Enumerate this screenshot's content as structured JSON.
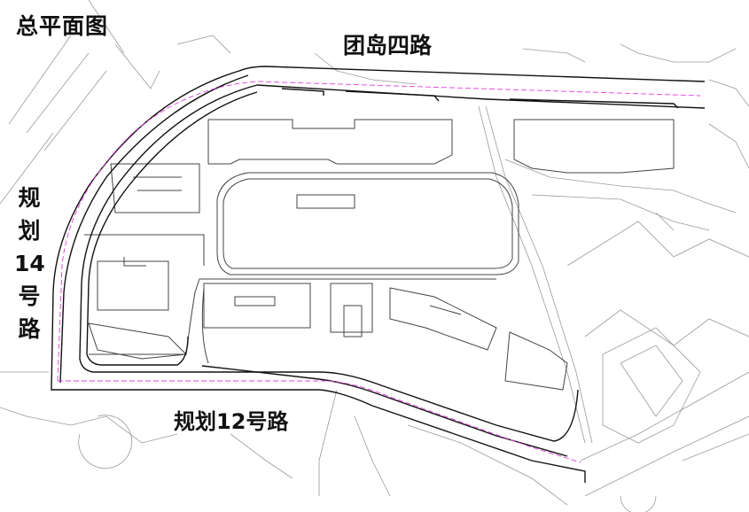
{
  "title": "总平面图",
  "roads": {
    "top": "团岛四路",
    "left": [
      "规",
      "划",
      "14",
      "号",
      "路"
    ],
    "bottom": "规划12号路"
  },
  "colors": {
    "boundary": "#e040e0",
    "road": "#111111",
    "context": "#9a9a9a"
  }
}
